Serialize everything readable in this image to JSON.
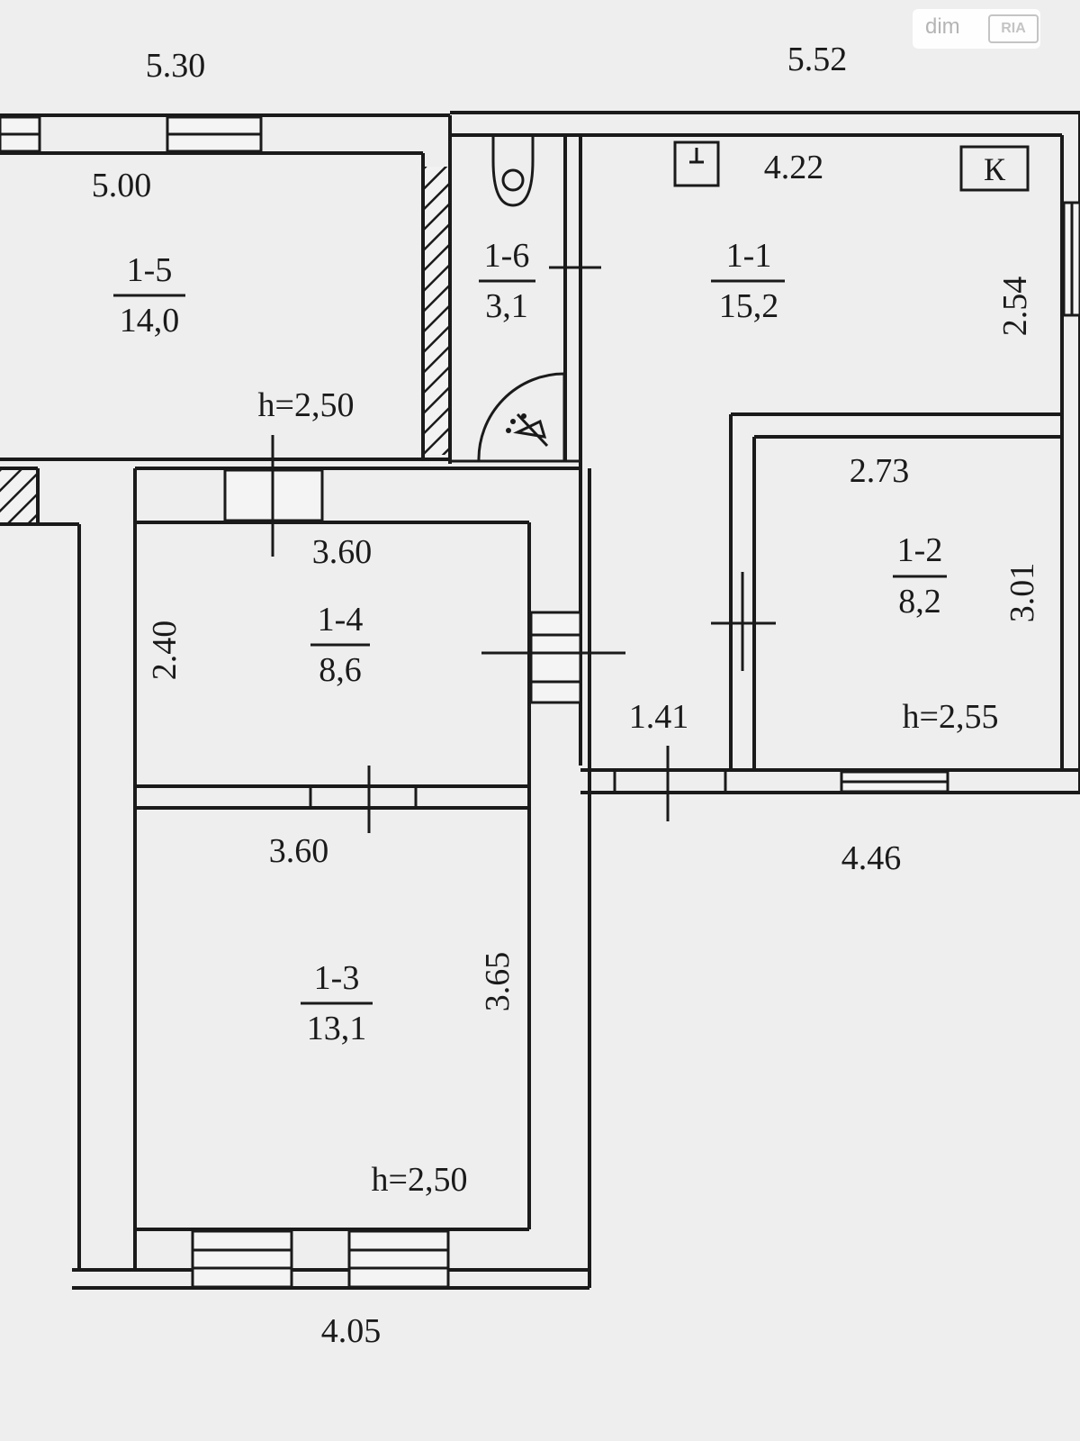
{
  "watermark": {
    "brand": "dim",
    "brand_suffix": "RIA"
  },
  "outer_dimensions": {
    "top_left": "5.30",
    "top_right": "5.52",
    "bottom": "4.05",
    "right_bottom": "4.46"
  },
  "rooms": [
    {
      "id": "1-5",
      "area": "14,0",
      "width": "5.00",
      "height_label": "h=2,50"
    },
    {
      "id": "1-6",
      "area": "3,1"
    },
    {
      "id": "1-1",
      "area": "15,2",
      "width": "4.22",
      "depth": "2.54",
      "extra": "1.41"
    },
    {
      "id": "1-2",
      "area": "8,2",
      "width": "2.73",
      "depth": "3.01",
      "height_label": "h=2,55"
    },
    {
      "id": "1-4",
      "area": "8,6",
      "width": "3.60",
      "depth": "2.40"
    },
    {
      "id": "1-3",
      "area": "13,1",
      "width": "3.60",
      "depth": "3.65",
      "height_label": "h=2,50"
    }
  ],
  "symbols": {
    "kitchen_letter": "К",
    "stove_icon": "stove-icon",
    "toilet_icon": "toilet-icon",
    "shower_icon": "shower-icon"
  },
  "colors": {
    "paper": "#eeeeee",
    "ink": "#1a1a1a"
  }
}
